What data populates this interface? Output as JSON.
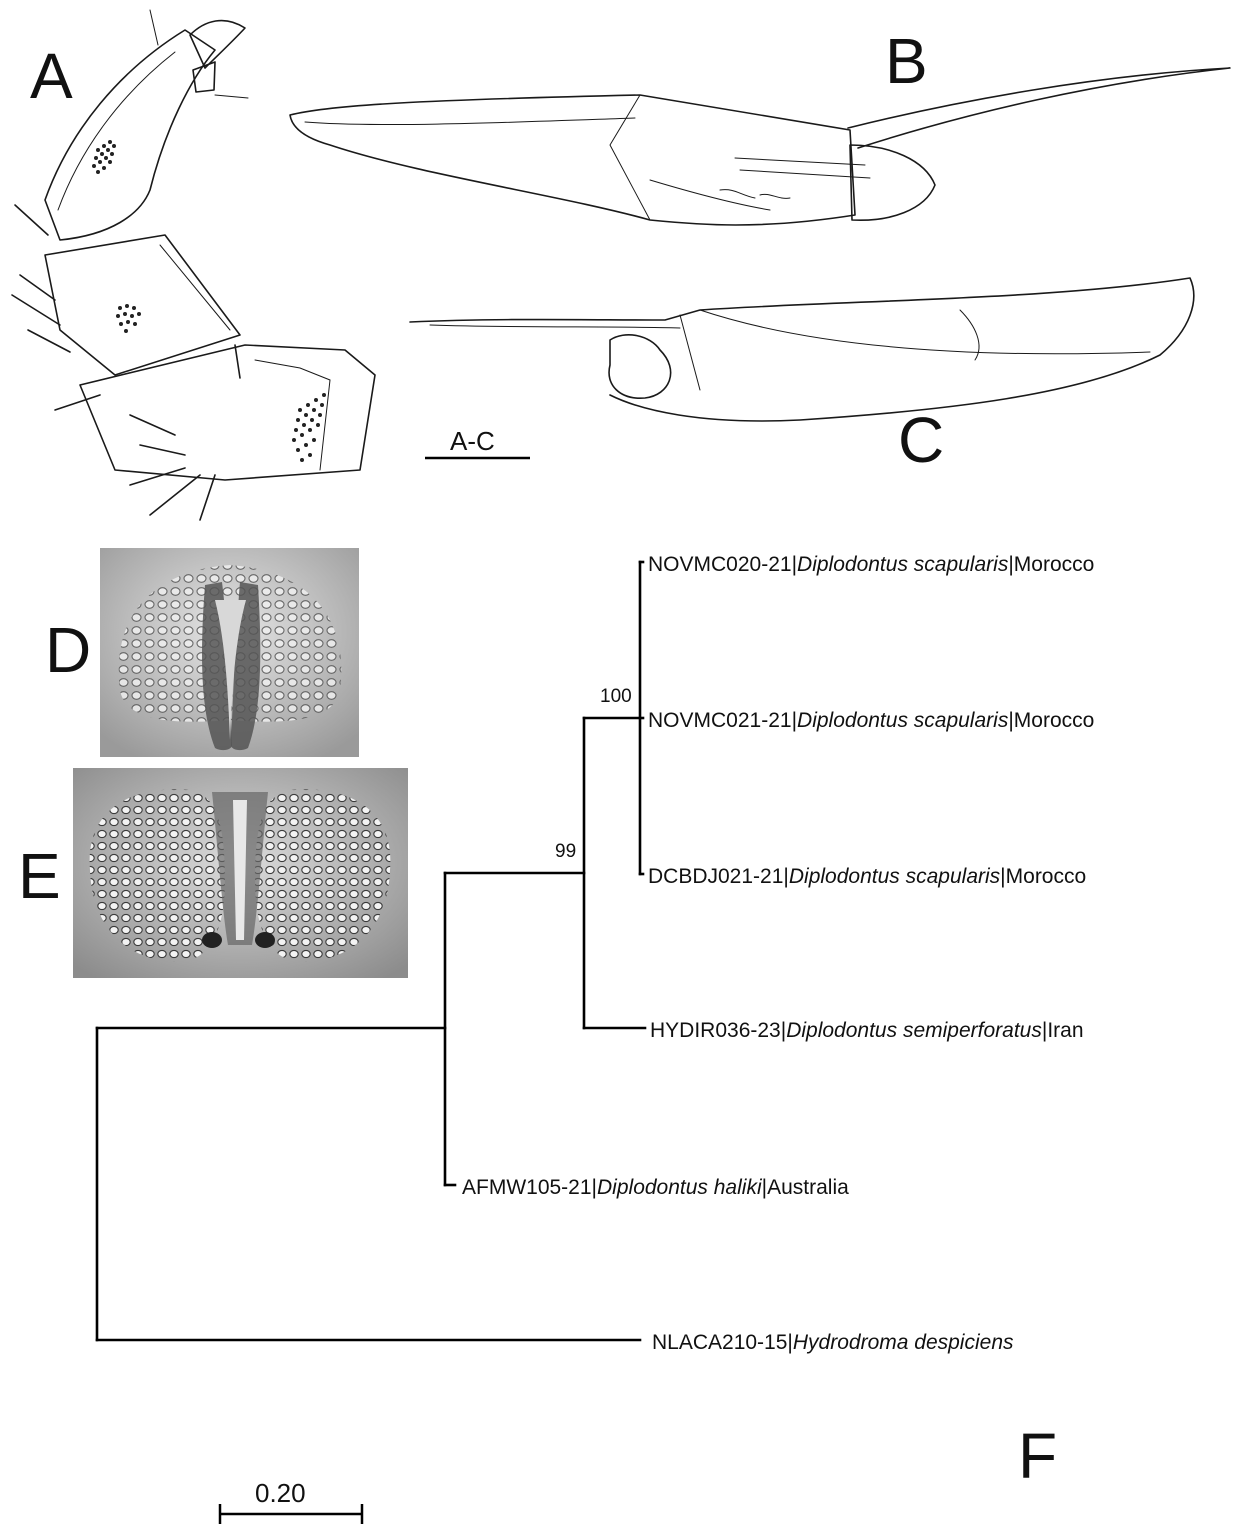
{
  "panels": {
    "A": "A",
    "B": "B",
    "C": "C",
    "D": "D",
    "E": "E",
    "F": "F"
  },
  "drawing_scale_label": "A-C",
  "tree": {
    "scale_bar_label": "0.20",
    "bootstrap": {
      "node_scapularis": "100",
      "node_scap_semi": "99"
    },
    "tips": [
      {
        "id": "NOVMC020-21",
        "species": "Diplodontus scapularis",
        "country": "Morocco"
      },
      {
        "id": "NOVMC021-21",
        "species": "Diplodontus scapularis",
        "country": "Morocco"
      },
      {
        "id": "DCBDJ021-21",
        "species": "Diplodontus scapularis",
        "country": "Morocco"
      },
      {
        "id": "HYDIR036-23",
        "species": "Diplodontus semiperforatus",
        "country": "Iran"
      },
      {
        "id": "AFMW105-21",
        "species": "Diplodontus haliki",
        "country": "Australia"
      },
      {
        "id": "NLACA210-15",
        "species": "Hydrodroma despiciens",
        "country": ""
      }
    ]
  },
  "colors": {
    "ink": "#1a1a1a",
    "photo_bg": "#c9c9c9"
  }
}
